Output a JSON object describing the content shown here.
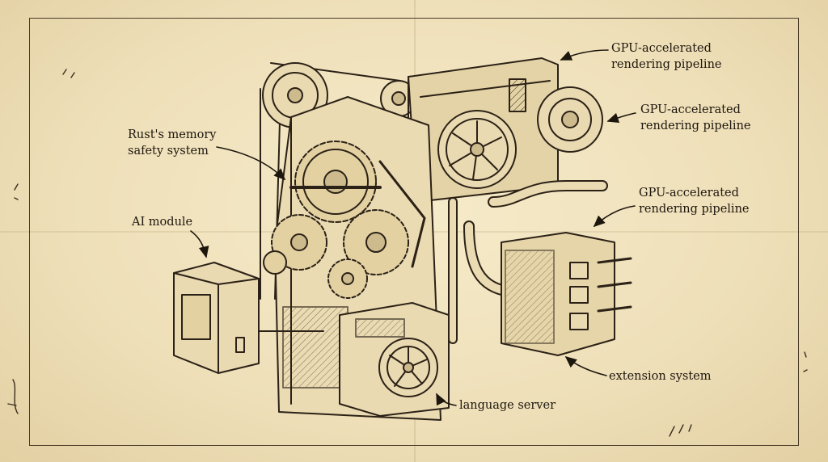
{
  "labels": {
    "gpu_top": [
      "GPU-accelerated",
      "rendering pipeline"
    ],
    "gpu_mid": [
      "GPU-accelerated",
      "rendering pipeline"
    ],
    "gpu_low": [
      "GPU-accelerated",
      "rendering pipeline"
    ],
    "rust": [
      "Rust's memory",
      "safety system"
    ],
    "ai": "AI module",
    "extension": "extension system",
    "language": "language server"
  },
  "colors": {
    "paper": "#efe2bd",
    "ink": "#1d160d"
  }
}
